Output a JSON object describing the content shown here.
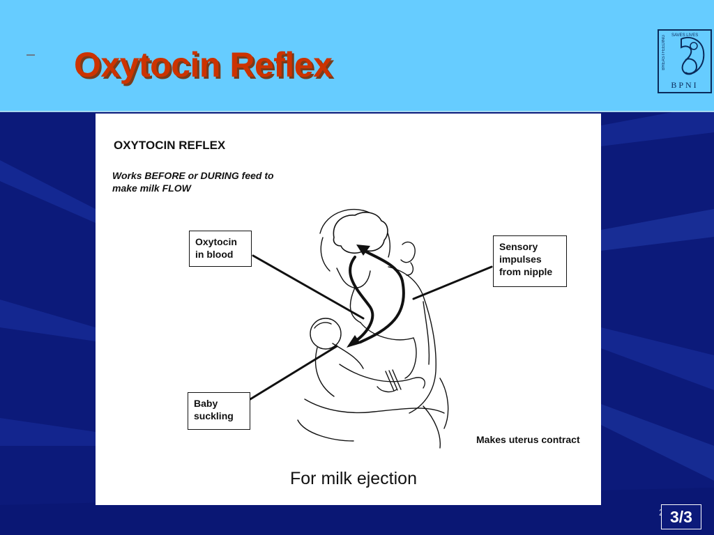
{
  "slide": {
    "title": "Oxytocin Reflex",
    "page_number": "22",
    "counter": "3/3"
  },
  "logo": {
    "text": "BPNI",
    "vertical_text": "BREASTFEEDING",
    "top_text": "SAVES LIVES"
  },
  "diagram": {
    "title": "OXYTOCIN  REFLEX",
    "subtitle": "Works BEFORE or DURING feed to make milk FLOW",
    "labels": {
      "oxytocin": "Oxytocin in blood",
      "sensory": "Sensory impulses from nipple",
      "baby": "Baby suckling",
      "uterus": "Makes uterus contract"
    },
    "caption": "For milk ejection"
  },
  "colors": {
    "header_bg": "#66ccff",
    "title": "#cc3300",
    "background": "#0c1a7a"
  }
}
